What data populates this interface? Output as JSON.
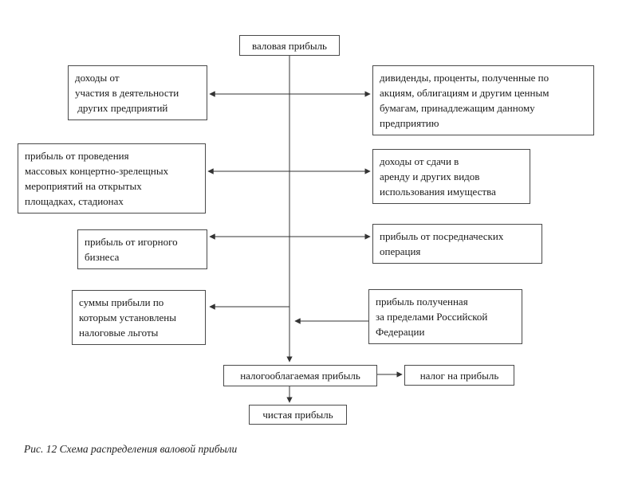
{
  "diagram": {
    "caption": "Рис. 12 Схема распределения валовой прибыли",
    "nodes": {
      "gross_profit": "валовая прибыль",
      "income_participation": "доходы от\nучастия в деятельности\n других предприятий",
      "dividends": "дивиденды, проценты, полученные по\nакциям, облигациям и другим ценным\nбумагам, принадлежащим данному\nпредприятию",
      "concert_profit": "прибыль от проведения\nмассовых концертно-зрелещных\nмероприятий на открытых\nплощадках, стадионах",
      "rent_income": "доходы от сдачи в\nаренду и других видов\nиспользования имущества",
      "gambling_profit": "прибыль от игорного\nбизнеса",
      "intermediary_profit": "прибыль от посредначеских\nоперация",
      "tax_benefit_sums": "суммы прибыли по\nкоторым установлены\nналоговые льготы",
      "foreign_profit": "прибыль полученная\nза пределами Российской\nФедерации",
      "taxable_profit": "налогооблагаемая прибыль",
      "profit_tax": "налог на прибыль",
      "net_profit": "чистая прибыль"
    },
    "colors": {
      "box_border": "#4a4a4a",
      "connector": "#333333",
      "text": "#1a1a1a"
    }
  }
}
